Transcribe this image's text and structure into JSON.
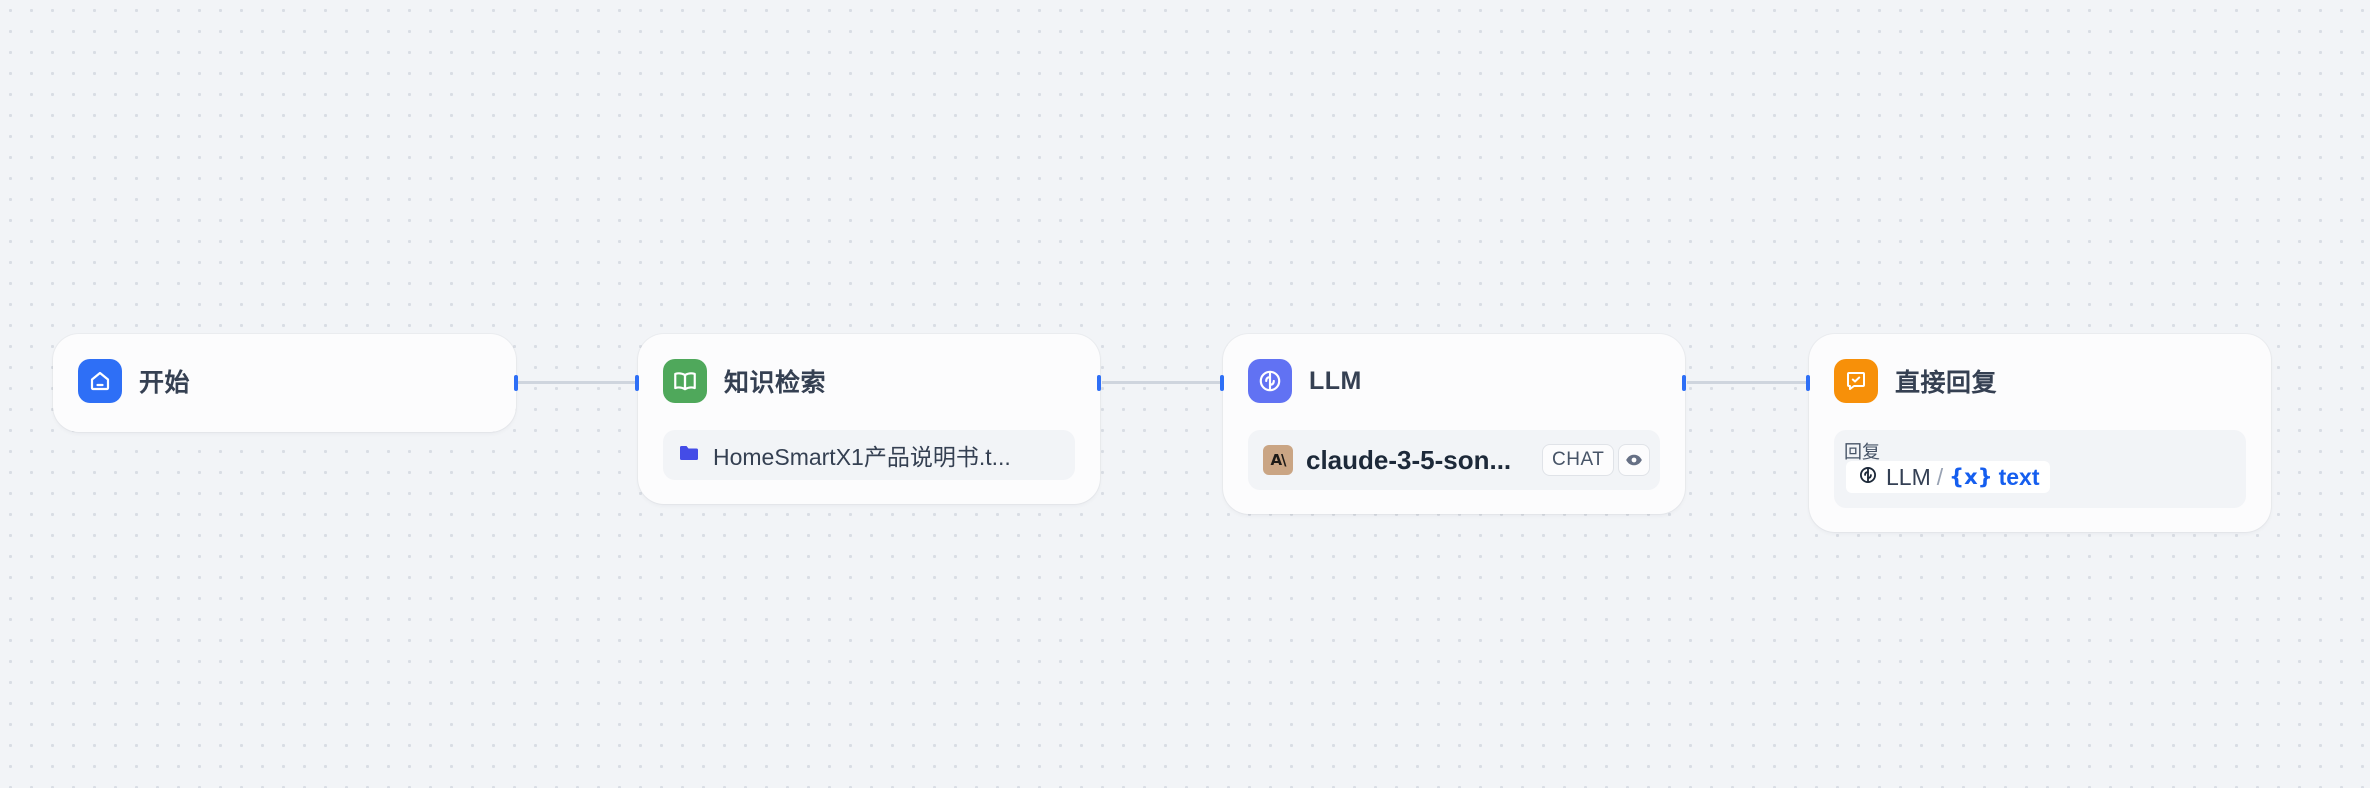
{
  "workflow": {
    "nodes": [
      {
        "title": "开始",
        "icon": "home-icon",
        "color": "#2e6ff6"
      },
      {
        "title": "知识检索",
        "icon": "book-open-icon",
        "color": "#4fa85b",
        "dataset": "HomeSmartX1产品说明书.t..."
      },
      {
        "title": "LLM",
        "icon": "brain-icon",
        "color": "#6172f3",
        "model": "claude-3-5-son...",
        "mode": "CHAT"
      },
      {
        "title": "直接回复",
        "icon": "message-check-icon",
        "color": "#f79009",
        "reply_label": "回复",
        "var_node": "LLM",
        "var_sep": "/",
        "var_x": "{x}",
        "var_name": "text"
      }
    ],
    "colors": {
      "handle": "#2e6ff6",
      "edge": "#cfd5de",
      "canvas": "#f2f4f7",
      "variable": "#155eef"
    }
  }
}
